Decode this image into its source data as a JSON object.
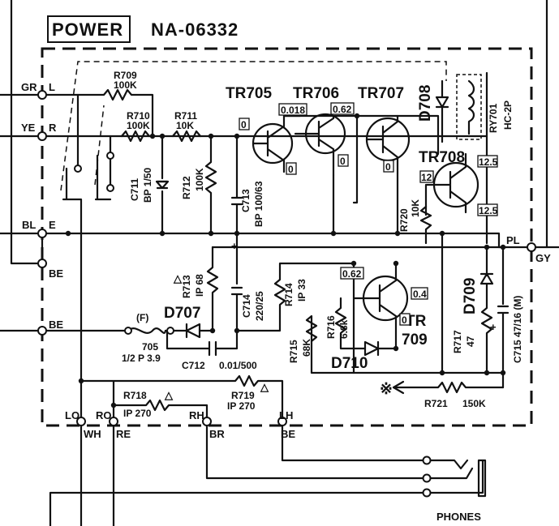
{
  "header": {
    "title": "POWER",
    "model": "NA-06332"
  },
  "terminals": {
    "gr": "GR",
    "l": "L",
    "ye": "YE",
    "r": "R",
    "bl": "BL",
    "e": "E",
    "be1": "BE",
    "be2": "BE",
    "be3": "BE",
    "pl": "PL",
    "gy": "GY",
    "lo": "LO",
    "ro": "RO",
    "rh": "RH",
    "lh": "LH",
    "wh": "WH",
    "re": "RE",
    "br": "BR",
    "be4": "BE"
  },
  "transistors": {
    "tr705": "TR705",
    "tr706": "TR706",
    "tr707": "TR707",
    "tr708": "TR708",
    "tr709a": "TR",
    "tr709b": "709"
  },
  "voltages": {
    "v0018": "0.018",
    "v062a": "0.62",
    "v0a": "0",
    "v0b": "0",
    "v0c": "0",
    "v0d": "0",
    "v125a": "12.5",
    "v12": "12",
    "v125b": "12.5",
    "v062b": "0.62",
    "v04": "0.4",
    "v0e": "0"
  },
  "components": {
    "r709": [
      "R709",
      "100K"
    ],
    "r710": [
      "R710",
      "100K"
    ],
    "r711": [
      "R711",
      "10K"
    ],
    "c711": [
      "C711",
      "BP 1/50"
    ],
    "r712": [
      "R712",
      "100K"
    ],
    "c713": [
      "C713",
      "BP 100/63"
    ],
    "r720": [
      "R720",
      "10K"
    ],
    "r713": [
      "R713",
      "IP 68"
    ],
    "r713tri": "△",
    "c714": [
      "C714",
      "220/25"
    ],
    "r714": [
      "R714",
      "IP 33"
    ],
    "d707": "D707",
    "fuse": "(F)",
    "f705": [
      "705",
      "1/2 P 3.9"
    ],
    "c712": [
      "C712",
      "0.01/500"
    ],
    "r715": [
      "R715",
      "68K"
    ],
    "r716": [
      "R716",
      "6.8k"
    ],
    "d710": "D710",
    "d709": "D709",
    "d708": "D708",
    "ry701": [
      "RY701",
      "HC-2P"
    ],
    "r717": [
      "R717",
      "47"
    ],
    "c715": "C715 47/16 (M)",
    "r718": [
      "R718",
      "IP 270"
    ],
    "r719": [
      "R719",
      "IP 270"
    ],
    "r721": [
      "R721",
      "150K"
    ],
    "note": "※"
  },
  "phones": "PHONES"
}
